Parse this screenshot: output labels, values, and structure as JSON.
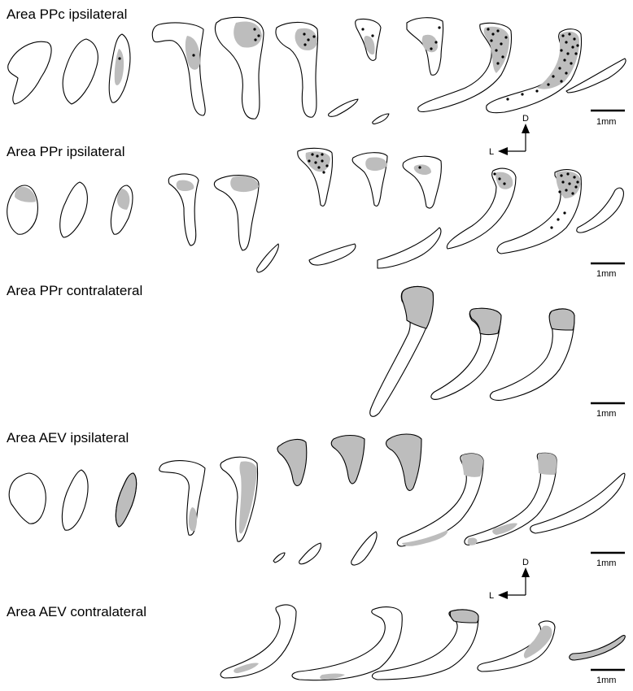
{
  "panels": [
    {
      "title": "Area PPc ipsilateral"
    },
    {
      "title": "Area PPr ipsilateral"
    },
    {
      "title": "Area PPr contralateral"
    },
    {
      "title": "Area AEV ipsilateral"
    },
    {
      "title": "Area AEV contralateral"
    }
  ],
  "scale_bar": {
    "label": "1mm"
  },
  "orientation": {
    "dorsal": "D",
    "lateral": "L"
  },
  "colors": {
    "labeled_region": "#bdbdbd",
    "outline": "#000000",
    "cell": "#000000"
  }
}
